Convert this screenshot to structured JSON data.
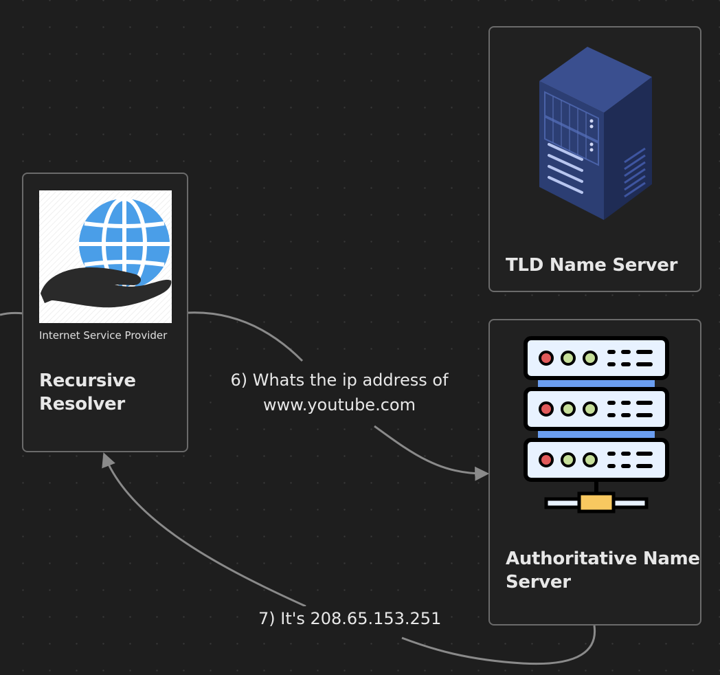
{
  "nodes": {
    "resolver": {
      "subtitle": "Internet Service Provider",
      "title_line1": "Recursive",
      "title_line2": "Resolver"
    },
    "tld": {
      "title": "TLD Name Server"
    },
    "authoritative": {
      "title_line1": "Authoritative Name",
      "title_line2": "Server"
    }
  },
  "edges": {
    "query": {
      "line1": "6) Whats the ip address of",
      "line2": "www.youtube.com"
    },
    "response": {
      "text": "7) It's 208.65.153.251"
    }
  },
  "colors": {
    "background": "#1e1e1e",
    "card_border": "#6b6b6b",
    "connector": "#8a8a8a",
    "globe_blue": "#4a9ee8",
    "server_navy": "#2c3e73"
  },
  "icons": {
    "resolver": "globe-hand-icon",
    "tld": "server-tower-icon",
    "authoritative": "server-rack-network-icon"
  }
}
